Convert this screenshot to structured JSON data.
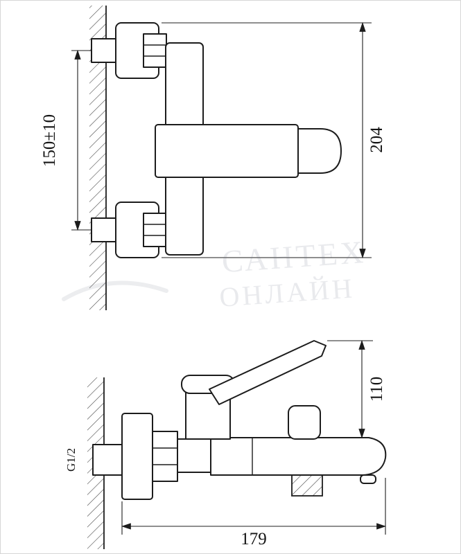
{
  "page": {
    "background": "#ffffff",
    "line_color": "#1c1c1c"
  },
  "views": {
    "front": {
      "dim_center_distance": "150±10",
      "dim_total_height": "204"
    },
    "side": {
      "dim_height": "110",
      "dim_length": "179",
      "dim_thread": "G1/2"
    }
  },
  "watermark": {
    "line1": "САНТЕХ",
    "line2": "ОНЛАЙН"
  }
}
